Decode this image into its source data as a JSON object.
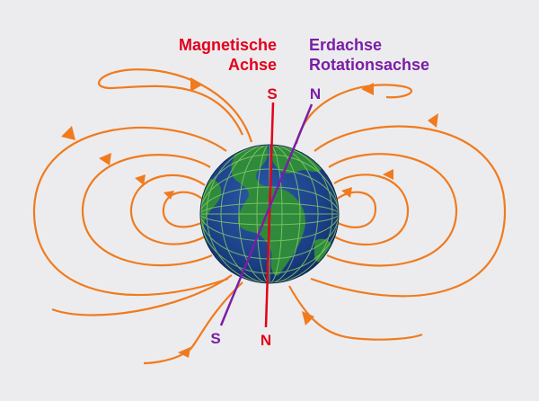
{
  "colors": {
    "background": "#ececee",
    "field_lines": "#f07b1e",
    "magnetic_axis": "#e3001b",
    "earth_axis": "#7a1ea6",
    "ocean": "#1b3f86",
    "land": "#2f8a3c",
    "grid": "#8ad06a"
  },
  "labels": {
    "magnetic_axis_line1": "Magnetische",
    "magnetic_axis_line2": "Achse",
    "earth_axis_line1": "Erdachse",
    "earth_axis_line2": "Rotationsachse",
    "magnetic_top_pole": "S",
    "magnetic_bottom_pole": "N",
    "earth_top_pole": "N",
    "earth_bottom_pole": "S"
  },
  "icons": {
    "globe": "earth-globe-icon",
    "arrow": "field-arrow-icon"
  }
}
